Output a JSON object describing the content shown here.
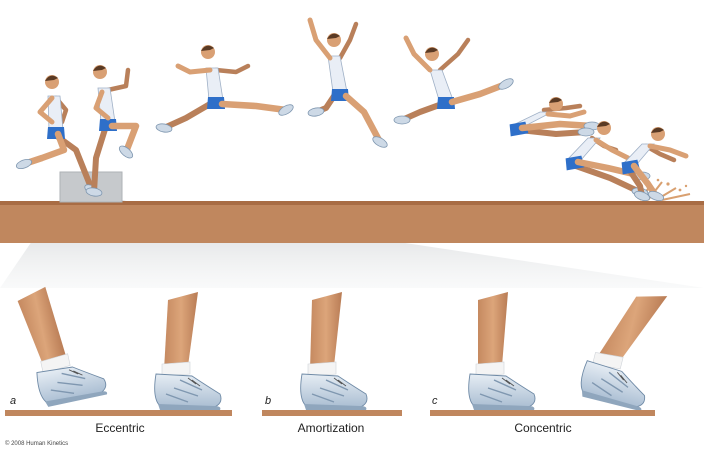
{
  "panels": [
    {
      "letter": "a",
      "label": "Eccentric"
    },
    {
      "letter": "b",
      "label": "Amortization"
    },
    {
      "letter": "c",
      "label": "Concentric"
    }
  ],
  "copyright": "© 2008 Human Kinetics",
  "colors": {
    "ground": "#c0875e",
    "ground_dark": "#a86c44",
    "skin": "#d9a074",
    "skin_shadow": "#b9805a",
    "hair": "#5a3a24",
    "singlet": "#e9eef6",
    "shorts": "#2e6fc9",
    "shoe": "#cdd9e6",
    "sock": "#f4f4f4",
    "zoom": "#d8dadc",
    "sand": "#d9a070"
  },
  "icons": {
    "athlete": "long-jump-athlete-figure",
    "foot": "shoe-foot-contact"
  }
}
